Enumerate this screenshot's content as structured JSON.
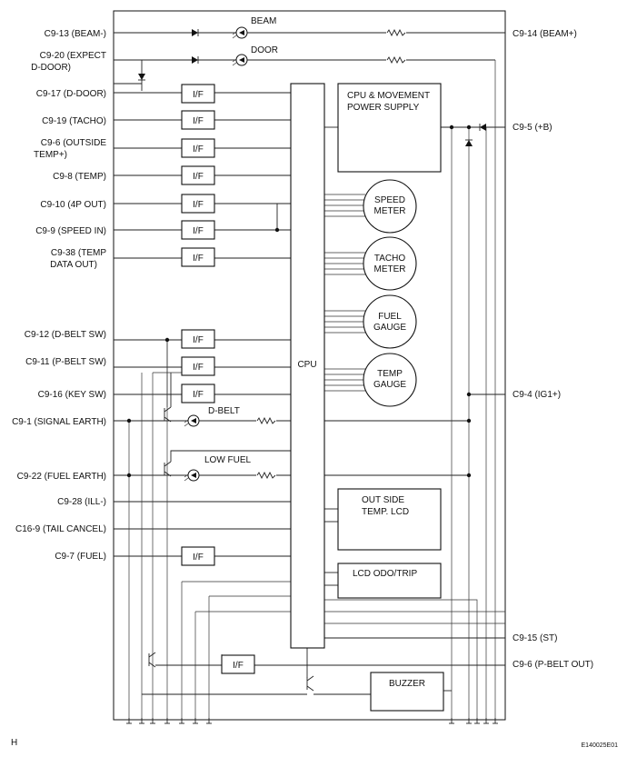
{
  "diagram": {
    "left_pins": [
      {
        "lines": [
          "C9-13 (BEAM-)"
        ]
      },
      {
        "lines": [
          "C9-20 (EXPECT",
          "D-DOOR)"
        ]
      },
      {
        "lines": [
          "C9-17 (D-DOOR)"
        ]
      },
      {
        "lines": [
          "C9-19 (TACHO)"
        ]
      },
      {
        "lines": [
          "C9-6 (OUTSIDE",
          "TEMP+)"
        ]
      },
      {
        "lines": [
          "C9-8 (TEMP)"
        ]
      },
      {
        "lines": [
          "C9-10 (4P OUT)"
        ]
      },
      {
        "lines": [
          "C9-9 (SPEED IN)"
        ]
      },
      {
        "lines": [
          "C9-38 (TEMP",
          "DATA OUT)"
        ]
      },
      {
        "lines": [
          "C9-12 (D-BELT SW)"
        ]
      },
      {
        "lines": [
          "C9-11 (P-BELT SW)"
        ]
      },
      {
        "lines": [
          "C9-16 (KEY SW)"
        ]
      },
      {
        "lines": [
          "C9-1 (SIGNAL EARTH)"
        ]
      },
      {
        "lines": [
          "C9-22 (FUEL EARTH)"
        ]
      },
      {
        "lines": [
          "C9-28 (ILL-)"
        ]
      },
      {
        "lines": [
          "C16-9 (TAIL CANCEL)"
        ]
      },
      {
        "lines": [
          "C9-7 (FUEL)"
        ]
      }
    ],
    "right_pins": [
      {
        "text": "C9-14 (BEAM+)"
      },
      {
        "text": "C9-5 (+B)"
      },
      {
        "text": "C9-4 (IG1+)"
      },
      {
        "text": "C9-15 (ST)"
      },
      {
        "text": "C9-6 (P-BELT OUT)"
      }
    ],
    "indicators": [
      {
        "text": "BEAM"
      },
      {
        "text": "DOOR"
      },
      {
        "text": "D-BELT"
      },
      {
        "text": "LOW FUEL"
      }
    ],
    "if_label": "I/F",
    "cpu_label": "CPU",
    "power_supply_lines": [
      "CPU & MOVEMENT",
      "POWER SUPPLY"
    ],
    "gauges": [
      {
        "lines": [
          "SPEED",
          "METER"
        ]
      },
      {
        "lines": [
          "TACHO",
          "METER"
        ]
      },
      {
        "lines": [
          "FUEL",
          "GAUGE"
        ]
      },
      {
        "lines": [
          "TEMP",
          "GAUGE"
        ]
      }
    ],
    "lcd_outside_lines": [
      "OUT SIDE",
      "TEMP. LCD"
    ],
    "lcd_odo": "LCD ODO/TRIP",
    "buzzer": "BUZZER",
    "corner_letter": "H",
    "figure_code": "E140025E01"
  },
  "colors": {
    "line": "#222222",
    "background": "#ffffff"
  }
}
